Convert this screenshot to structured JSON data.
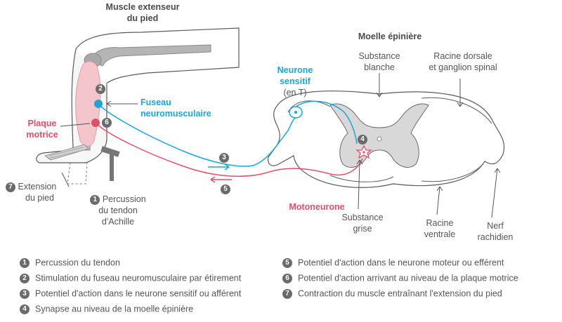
{
  "labels": {
    "muscle_line1": "Muscle extenseur",
    "muscle_line2": "du pied",
    "moelle": "Moelle épinière",
    "substance_blanche_1": "Substance",
    "substance_blanche_2": "blanche",
    "racine_dorsale_1": "Racine dorsale",
    "racine_dorsale_2": "et ganglion spinal",
    "neurone_sensitif_1": "Neurone",
    "neurone_sensitif_2": "sensitif",
    "neurone_sensitif_3": "(en T)",
    "fuseau_1": "Fuseau",
    "fuseau_2": "neuromusculaire",
    "plaque_1": "Plaque",
    "plaque_2": "motrice",
    "extension_1": "Extension",
    "extension_2": "du pied",
    "percussion_1": "Percussion",
    "percussion_2": "du tendon",
    "percussion_3": "d'Achille",
    "motoneurone": "Motoneurone",
    "substance_grise_1": "Substance",
    "substance_grise_2": "grise",
    "racine_ventrale_1": "Racine",
    "racine_ventrale_2": "ventrale",
    "nerf_1": "Nerf",
    "nerf_2": "rachidien"
  },
  "markers": {
    "m1": "1",
    "m2": "2",
    "m3": "3",
    "m4": "4",
    "m5": "5",
    "m6": "6",
    "m7": "7"
  },
  "legend": [
    {
      "num": "1",
      "text": "Percussion du tendon"
    },
    {
      "num": "2",
      "text": "Stimulation du fuseau neuromusculaire par étirement"
    },
    {
      "num": "3",
      "text": "Potentiel d'action dans le neurone sensitif ou afférent"
    },
    {
      "num": "4",
      "text": "Synapse au niveau de la moelle épinière"
    },
    {
      "num": "5",
      "text": "Potentiel d'action dans le neurone moteur ou efférent"
    },
    {
      "num": "6",
      "text": "Potentiel d'action arrivant au niveau de la plaque motrice"
    },
    {
      "num": "7",
      "text": "Contraction du muscle entraînant l'extension du pied"
    }
  ],
  "colors": {
    "sensory": "#1aa6d6",
    "motor": "#e0506a",
    "muscle": "#f4c6cc",
    "bone": "#9a9a9a",
    "outline": "#5a5a5a",
    "grey_matter": "#d8d8d8"
  }
}
